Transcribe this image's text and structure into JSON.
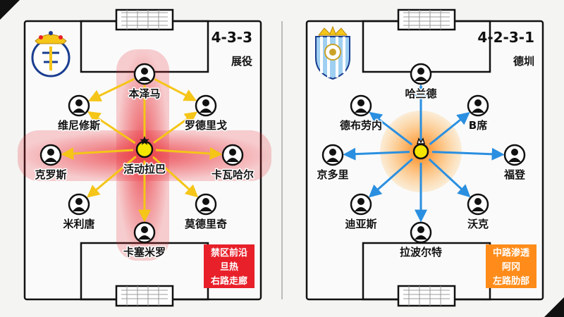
{
  "left_team": {
    "formation": "4-3-3",
    "coach": "展役",
    "crest_icon": "real-madrid-crest-icon",
    "highlight_color": "#e8202a",
    "arrow_color": "#f5c518",
    "players": [
      {
        "id": "ldef1",
        "name": "本泽马",
        "icon": "person-icon"
      },
      {
        "id": "lmid1",
        "name": "维尼修斯",
        "icon": "person-icon"
      },
      {
        "id": "lmid2",
        "name": "罗德里戈",
        "icon": "person-icon"
      },
      {
        "id": "lwing1",
        "name": "克罗斯",
        "icon": "person-icon"
      },
      {
        "id": "lcenter",
        "name": "活动拉巴",
        "icon": "star-icon"
      },
      {
        "id": "lwing2",
        "name": "卡瓦哈尔",
        "icon": "person-icon"
      },
      {
        "id": "lmid3",
        "name": "米利唐",
        "icon": "person-icon"
      },
      {
        "id": "lmid4",
        "name": "莫德里奇",
        "icon": "person-icon"
      },
      {
        "id": "lback",
        "name": "卡塞米罗",
        "icon": "person-icon"
      }
    ],
    "note": {
      "lines": [
        "禁区前沿",
        "旦热",
        "右路走廊"
      ],
      "colors": [
        "#e8202a",
        "#e8202a",
        "#e8202a"
      ]
    }
  },
  "right_team": {
    "formation": "4-2-3-1",
    "coach": "德圳",
    "crest_icon": "light-blue-club-crest-icon",
    "highlight_color": "#ff8c1a",
    "arrow_color": "#2a8fe0",
    "players": [
      {
        "id": "rtop",
        "name": "哈兰德",
        "icon": "person-icon"
      },
      {
        "id": "rmidl",
        "name": "德布劳内",
        "icon": "person-icon"
      },
      {
        "id": "rmidr",
        "name": "B席",
        "icon": "person-icon"
      },
      {
        "id": "rwingl",
        "name": "京多里",
        "icon": "person-icon"
      },
      {
        "id": "rcenter",
        "name": "",
        "icon": "crown-icon"
      },
      {
        "id": "rwingr",
        "name": "福登",
        "icon": "person-icon"
      },
      {
        "id": "rlowl",
        "name": "迪亚斯",
        "icon": "person-icon"
      },
      {
        "id": "rlowr",
        "name": "沃克",
        "icon": "person-icon"
      },
      {
        "id": "rback",
        "name": "拉波尔特",
        "icon": "person-icon"
      }
    ],
    "note": {
      "lines": [
        "中路渗透",
        "阿冈",
        "左路肋部"
      ],
      "colors": [
        "#ff8c1a",
        "#ff8c1a",
        "#ff8c1a"
      ]
    }
  }
}
